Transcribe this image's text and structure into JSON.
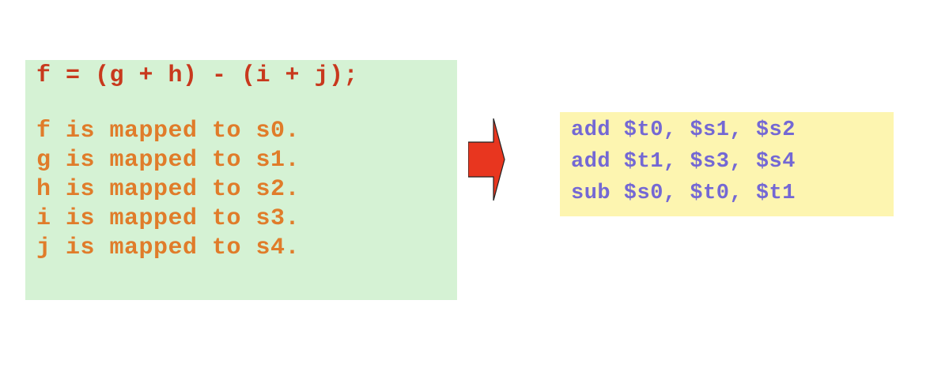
{
  "expression": "f = (g + h) - (i + j);",
  "mappings": [
    "f is mapped to s0.",
    "g is mapped to s1.",
    "h is mapped to s2.",
    "i is mapped to s3.",
    "j is mapped to s4."
  ],
  "assembly": [
    "add $t0, $s1, $s2",
    "add $t1, $s3, $s4",
    "sub $s0, $t0, $t1"
  ],
  "colors": {
    "expression": "#c8391d",
    "mapping": "#e07c2a",
    "assembly": "#7468d4",
    "green_box": "#d5f2d4",
    "yellow_box": "#fdf5b0",
    "arrow": "#e8361f"
  }
}
